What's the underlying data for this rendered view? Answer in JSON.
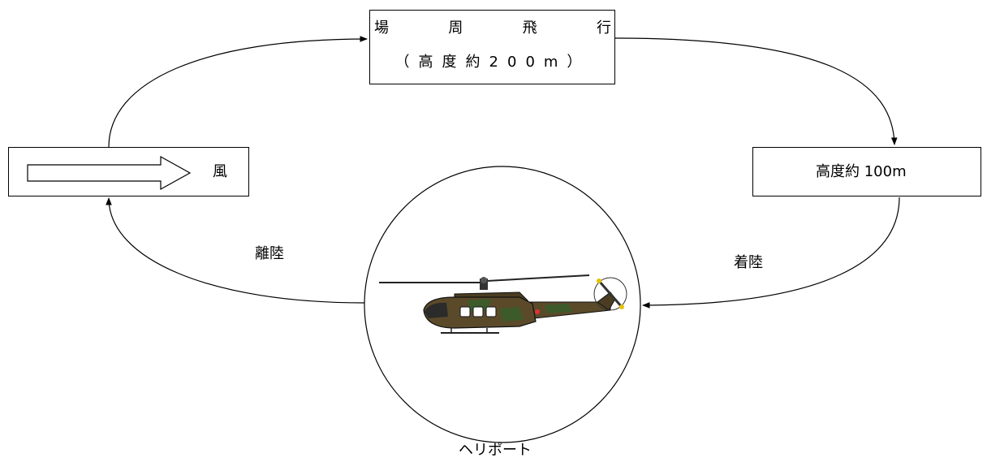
{
  "pattern_box": {
    "title_chars": [
      "場",
      "周",
      "飛",
      "行"
    ],
    "subtitle": "（高度約200m）"
  },
  "wind_box": {
    "label": "風"
  },
  "descent_box": {
    "label": "高度約 100m"
  },
  "labels": {
    "takeoff": "離陸",
    "landing": "着陸",
    "heliport": "ヘリポート"
  },
  "colors": {
    "line": "#000000",
    "helicopter_body": "#5b4a2a",
    "helicopter_camo": "#3d5a2a"
  }
}
